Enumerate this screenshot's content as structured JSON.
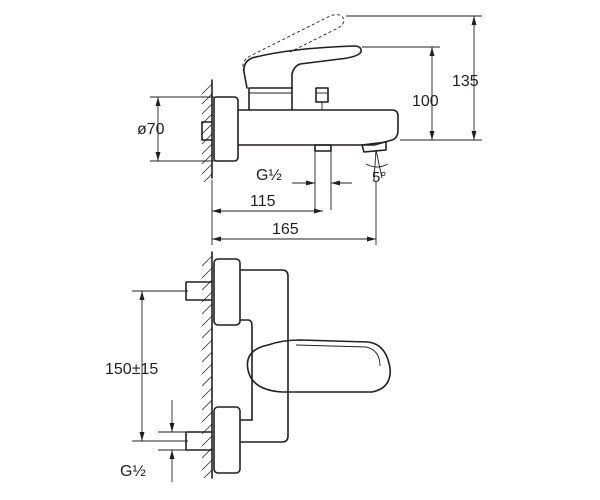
{
  "side_view": {
    "diameter_label": "ø70",
    "thread_label": "G½",
    "height_max_label": "135",
    "height_spout_label": "100",
    "depth_inlet_label": "115",
    "depth_total_label": "165",
    "spout_angle_label": "5°"
  },
  "front_view": {
    "centre_distance_label": "150±15",
    "thread_label": "G½"
  },
  "colors": {
    "line": "#231f20",
    "background": "#ffffff"
  }
}
